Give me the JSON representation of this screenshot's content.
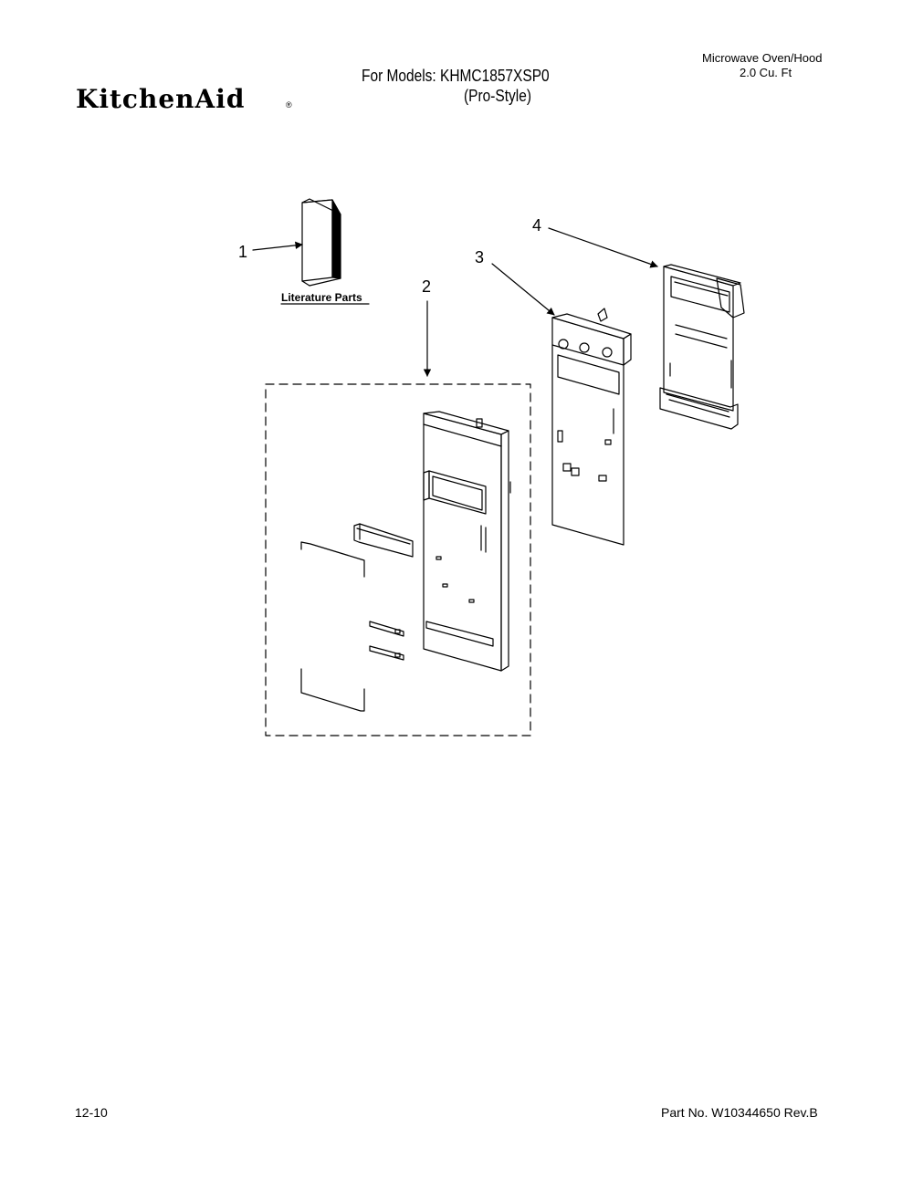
{
  "header": {
    "brand": "KitchenAid",
    "brand_mark": "®",
    "models_line": "For Models: KHMC1857XSP0",
    "style_line": "(Pro-Style)",
    "product_line1": "Microwave Oven/Hood",
    "product_line2": "2.0 Cu. Ft"
  },
  "diagram": {
    "callouts": [
      "1",
      "2",
      "3",
      "4"
    ],
    "literature_label": "Literature Parts"
  },
  "footer": {
    "date": "12-10",
    "part_number": "Part No. W10344650 Rev.B"
  }
}
